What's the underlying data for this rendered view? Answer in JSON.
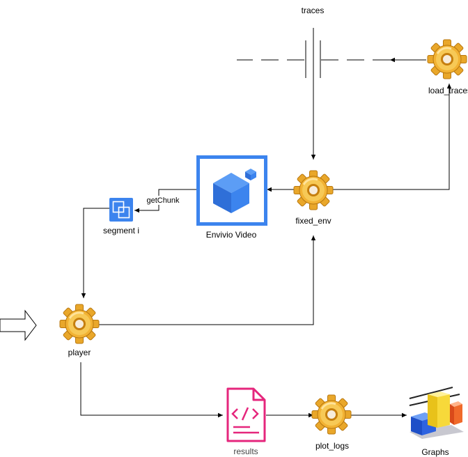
{
  "labels": {
    "traces": "traces",
    "load_traces": "load_traces",
    "fixed_env": "fixed_env",
    "envivio": "Envivio Video",
    "segment": "segment i",
    "get_chunk": "getChunk",
    "player": "player",
    "results": "results",
    "plot_logs": "plot_logs",
    "graphs": "Graphs"
  },
  "icons": {
    "gear": "gear-icon",
    "cube": "cube-icon",
    "segment": "segment-icon",
    "code_file": "code-file-icon",
    "bar_chart": "bar-chart-icon",
    "capacitor": "capacitor-icon",
    "arrow": "block-arrow-icon"
  },
  "colors": {
    "gear": "#F2B233",
    "gear_dark": "#C67F0E",
    "cube_blue": "#3C84EE",
    "results_text": "#444444",
    "code_pink": "#E5267C",
    "line": "#000000"
  }
}
